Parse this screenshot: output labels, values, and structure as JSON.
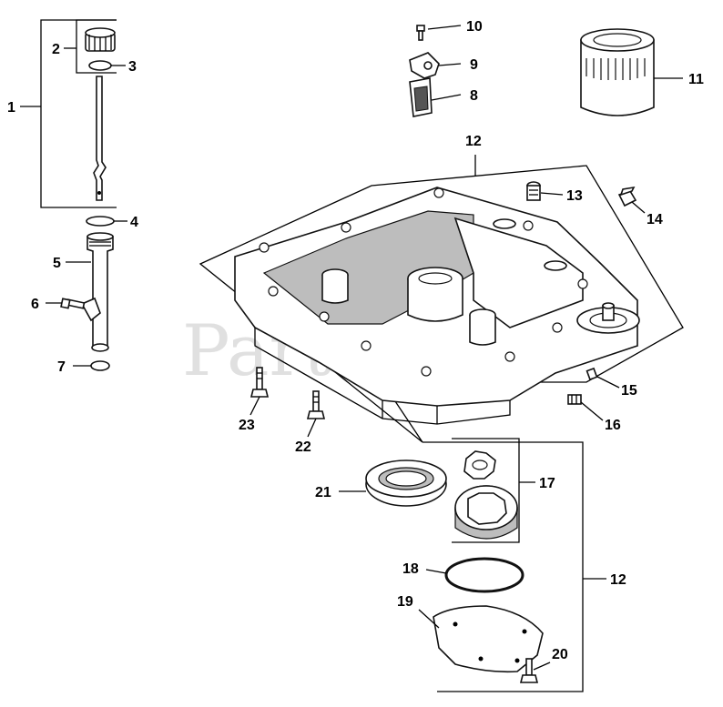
{
  "watermark": "PartsTree",
  "callouts": {
    "c1": "1",
    "c2": "2",
    "c3": "3",
    "c4": "4",
    "c5": "5",
    "c6": "6",
    "c7": "7",
    "c8": "8",
    "c9": "9",
    "c10": "10",
    "c11": "11",
    "c12a": "12",
    "c12b": "12",
    "c13": "13",
    "c14": "14",
    "c15": "15",
    "c16": "16",
    "c17": "17",
    "c18": "18",
    "c19": "19",
    "c20": "20",
    "c21": "21",
    "c22": "22",
    "c23": "23"
  }
}
